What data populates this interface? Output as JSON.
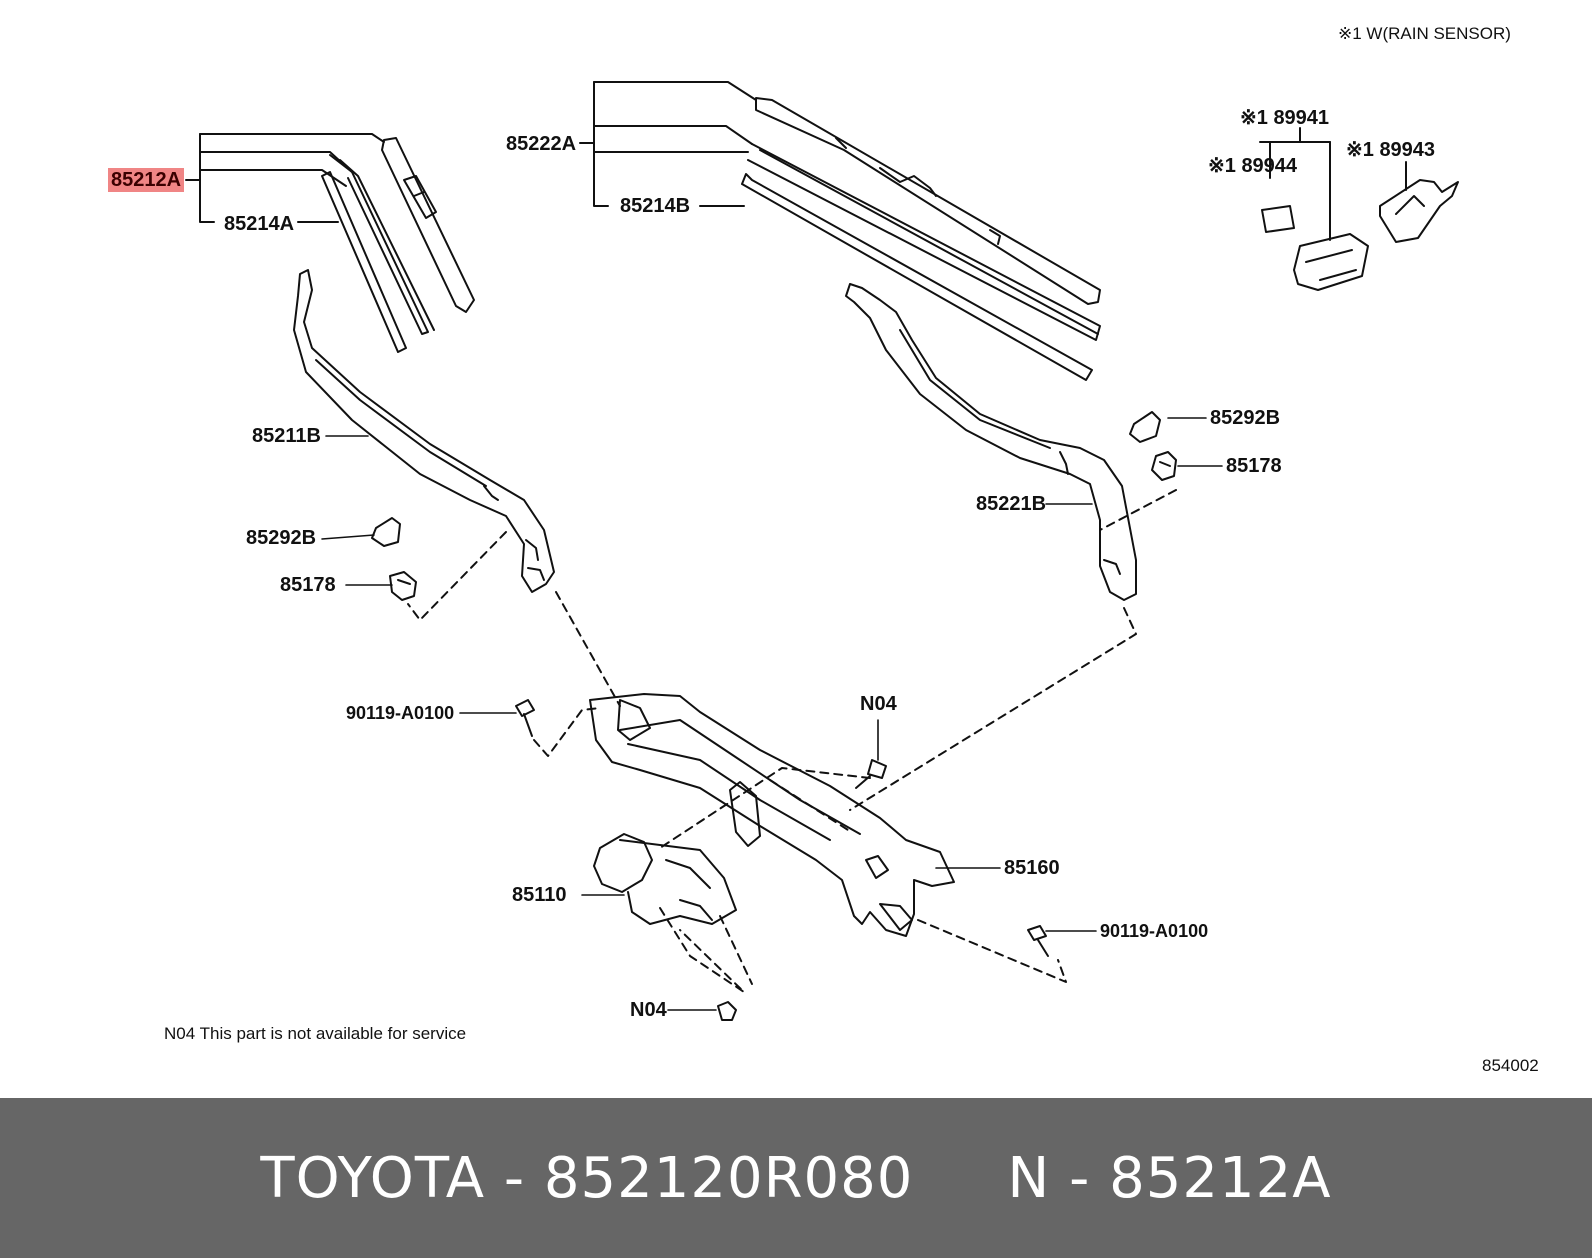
{
  "header": {
    "legend": "※1 W(RAIN SENSOR)"
  },
  "labels": {
    "p85212A": "85212A",
    "p85214A": "85214A",
    "p85222A": "85222A",
    "p85214B": "85214B",
    "p89941": "※1 89941",
    "p89944": "※1 89944",
    "p89943": "※1 89943",
    "p85211B": "85211B",
    "p85292B_left": "85292B",
    "p85178_left": "85178",
    "p85292B_right": "85292B",
    "p85178_right": "85178",
    "p85221B": "85221B",
    "p90119_left": "90119-A0100",
    "pN04_top": "N04",
    "p85160": "85160",
    "p85110": "85110",
    "p90119_right": "90119-A0100",
    "pN04_bottom": "N04"
  },
  "notes": {
    "service_note": "N04  This part is not available for service",
    "diagram_code": "854002"
  },
  "highlight": {
    "part": "85212A",
    "color": "#f08585"
  },
  "footer": {
    "text": "TOYOTA - 852120R080     N - 85212A",
    "background": "#666666",
    "color": "#ffffff"
  }
}
